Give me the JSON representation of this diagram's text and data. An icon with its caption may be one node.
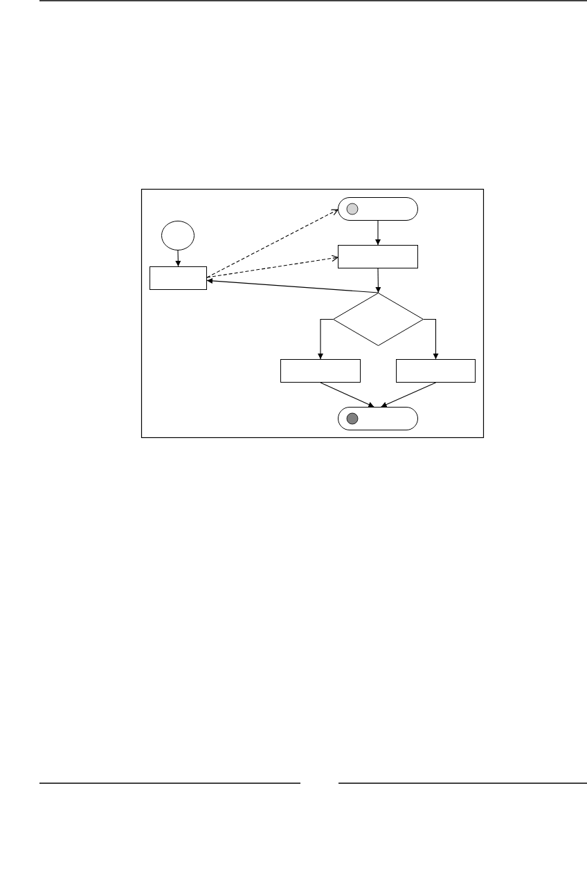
{
  "diagram": {
    "nodes": [
      {
        "text": [],
        "shape": "start"
      },
      {
        "text": [],
        "shape": "circle"
      },
      {
        "text": [],
        "shape": "box"
      },
      {
        "text": [],
        "shape": "box"
      },
      {
        "text": [],
        "shape": "diamond"
      },
      {
        "text": [],
        "shape": "box"
      },
      {
        "text": [],
        "shape": "box"
      },
      {
        "text": [],
        "shape": "end"
      }
    ],
    "edges": [
      {
        "from": 1,
        "to": 3,
        "arrow": "to"
      },
      {
        "from": 0,
        "to": 2,
        "arrow": "to"
      },
      {
        "from": 3,
        "to": 0,
        "arrow": "to",
        "style": "dashed"
      },
      {
        "from": 3,
        "to": 2,
        "arrow": "to",
        "style": "dashed"
      },
      {
        "from": 2,
        "to": 4,
        "arrow": "to"
      },
      {
        "from": 4,
        "to": 3,
        "arrow": "to"
      },
      {
        "from": 4,
        "to": 5,
        "arrow": "to"
      },
      {
        "from": 4,
        "to": 6,
        "arrow": "to"
      },
      {
        "from": 5,
        "to": 7,
        "arrow": "to"
      },
      {
        "from": 6,
        "to": 7,
        "arrow": "to"
      }
    ]
  }
}
